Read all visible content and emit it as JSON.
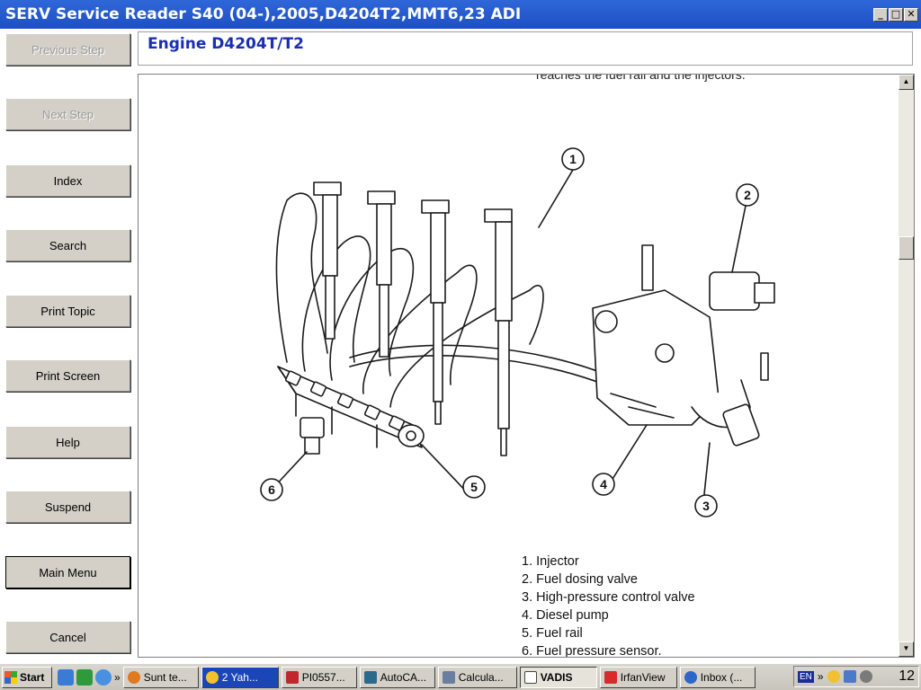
{
  "window": {
    "title": "SERV Service Reader S40 (04-),2005,D4204T2,MMT6,23 ADI",
    "controls": {
      "minimize": "_",
      "maximize": "□",
      "close": "✕"
    }
  },
  "nav": {
    "previous": "Previous Step",
    "next": "Next Step",
    "index": "Index",
    "search": "Search",
    "print_topic": "Print Topic",
    "print_screen": "Print Screen",
    "help": "Help",
    "suspend": "Suspend",
    "main_menu": "Main Menu",
    "cancel": "Cancel"
  },
  "header": {
    "title": "Engine D4204T/T2"
  },
  "content": {
    "cut_text": "reaches the fuel rail and the injectors.",
    "callouts": [
      "1",
      "2",
      "3",
      "4",
      "5",
      "6"
    ],
    "legend": [
      "1. Injector",
      "2. Fuel dosing valve",
      "3. High-pressure control valve",
      "4. Diesel pump",
      "5. Fuel rail",
      "6. Fuel pressure sensor."
    ]
  },
  "scrollbar": {
    "up": "▲",
    "down": "▼"
  },
  "taskbar": {
    "start": "Start",
    "overflow": "»",
    "tasks": [
      {
        "label": "Sunt te...",
        "color": "#e07a1f"
      },
      {
        "label": "2 Yah...",
        "color": "#f2c12e"
      },
      {
        "label": "PI0557...",
        "color": "#c0282c"
      },
      {
        "label": "AutoCA...",
        "color": "#2c6a8c"
      },
      {
        "label": "Calcula...",
        "color": "#6a7fa0"
      },
      {
        "label": "VADIS",
        "color": "#ffffff"
      },
      {
        "label": "IrfanView",
        "color": "#d92b2b"
      },
      {
        "label": "Inbox (...",
        "color": "#2d66c9"
      }
    ],
    "lang": "EN",
    "clock": "12"
  }
}
